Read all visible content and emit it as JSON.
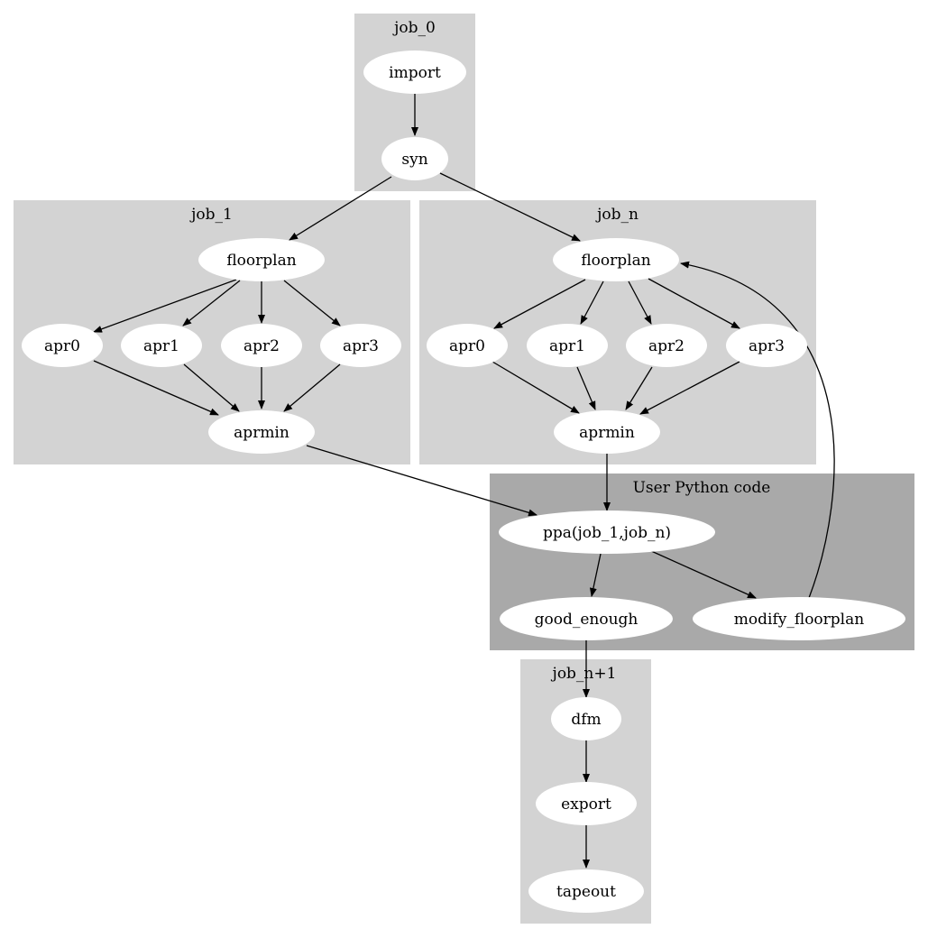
{
  "colors": {
    "background": "#ffffff",
    "cluster_job": "#d3d3d3",
    "cluster_user": "#a9a9a9",
    "node_fill": "#ffffff",
    "edge": "#000000",
    "text": "#000000"
  },
  "clusters": [
    {
      "id": "job_0",
      "label": "job_0",
      "fill": "#d3d3d3"
    },
    {
      "id": "job_1",
      "label": "job_1",
      "fill": "#d3d3d3"
    },
    {
      "id": "job_n",
      "label": "job_n",
      "fill": "#d3d3d3"
    },
    {
      "id": "user_code",
      "label": "User Python code",
      "fill": "#a9a9a9"
    },
    {
      "id": "job_n1",
      "label": "job_n+1",
      "fill": "#d3d3d3"
    }
  ],
  "nodes": [
    {
      "id": "import",
      "label": "import",
      "cluster": "job_0"
    },
    {
      "id": "syn",
      "label": "syn",
      "cluster": "job_0"
    },
    {
      "id": "j1_floorplan",
      "label": "floorplan",
      "cluster": "job_1"
    },
    {
      "id": "j1_apr0",
      "label": "apr0",
      "cluster": "job_1"
    },
    {
      "id": "j1_apr1",
      "label": "apr1",
      "cluster": "job_1"
    },
    {
      "id": "j1_apr2",
      "label": "apr2",
      "cluster": "job_1"
    },
    {
      "id": "j1_apr3",
      "label": "apr3",
      "cluster": "job_1"
    },
    {
      "id": "j1_aprmin",
      "label": "aprmin",
      "cluster": "job_1"
    },
    {
      "id": "jn_floorplan",
      "label": "floorplan",
      "cluster": "job_n"
    },
    {
      "id": "jn_apr0",
      "label": "apr0",
      "cluster": "job_n"
    },
    {
      "id": "jn_apr1",
      "label": "apr1",
      "cluster": "job_n"
    },
    {
      "id": "jn_apr2",
      "label": "apr2",
      "cluster": "job_n"
    },
    {
      "id": "jn_apr3",
      "label": "apr3",
      "cluster": "job_n"
    },
    {
      "id": "jn_aprmin",
      "label": "aprmin",
      "cluster": "job_n"
    },
    {
      "id": "ppa",
      "label": "ppa(job_1,job_n)",
      "cluster": "user_code"
    },
    {
      "id": "good_enough",
      "label": "good_enough",
      "cluster": "user_code"
    },
    {
      "id": "modify_floorplan",
      "label": "modify_floorplan",
      "cluster": "user_code"
    },
    {
      "id": "dfm",
      "label": "dfm",
      "cluster": "job_n1"
    },
    {
      "id": "export",
      "label": "export",
      "cluster": "job_n1"
    },
    {
      "id": "tapeout",
      "label": "tapeout",
      "cluster": "job_n1"
    }
  ],
  "edges": [
    {
      "from": "import",
      "to": "syn"
    },
    {
      "from": "syn",
      "to": "j1_floorplan"
    },
    {
      "from": "syn",
      "to": "jn_floorplan"
    },
    {
      "from": "j1_floorplan",
      "to": "j1_apr0"
    },
    {
      "from": "j1_floorplan",
      "to": "j1_apr1"
    },
    {
      "from": "j1_floorplan",
      "to": "j1_apr2"
    },
    {
      "from": "j1_floorplan",
      "to": "j1_apr3"
    },
    {
      "from": "j1_apr0",
      "to": "j1_aprmin"
    },
    {
      "from": "j1_apr1",
      "to": "j1_aprmin"
    },
    {
      "from": "j1_apr2",
      "to": "j1_aprmin"
    },
    {
      "from": "j1_apr3",
      "to": "j1_aprmin"
    },
    {
      "from": "jn_floorplan",
      "to": "jn_apr0"
    },
    {
      "from": "jn_floorplan",
      "to": "jn_apr1"
    },
    {
      "from": "jn_floorplan",
      "to": "jn_apr2"
    },
    {
      "from": "jn_floorplan",
      "to": "jn_apr3"
    },
    {
      "from": "jn_apr0",
      "to": "jn_aprmin"
    },
    {
      "from": "jn_apr1",
      "to": "jn_aprmin"
    },
    {
      "from": "jn_apr2",
      "to": "jn_aprmin"
    },
    {
      "from": "jn_apr3",
      "to": "jn_aprmin"
    },
    {
      "from": "j1_aprmin",
      "to": "ppa"
    },
    {
      "from": "jn_aprmin",
      "to": "ppa"
    },
    {
      "from": "ppa",
      "to": "good_enough"
    },
    {
      "from": "ppa",
      "to": "modify_floorplan"
    },
    {
      "from": "modify_floorplan",
      "to": "jn_floorplan"
    },
    {
      "from": "good_enough",
      "to": "dfm"
    },
    {
      "from": "dfm",
      "to": "export"
    },
    {
      "from": "export",
      "to": "tapeout"
    }
  ]
}
